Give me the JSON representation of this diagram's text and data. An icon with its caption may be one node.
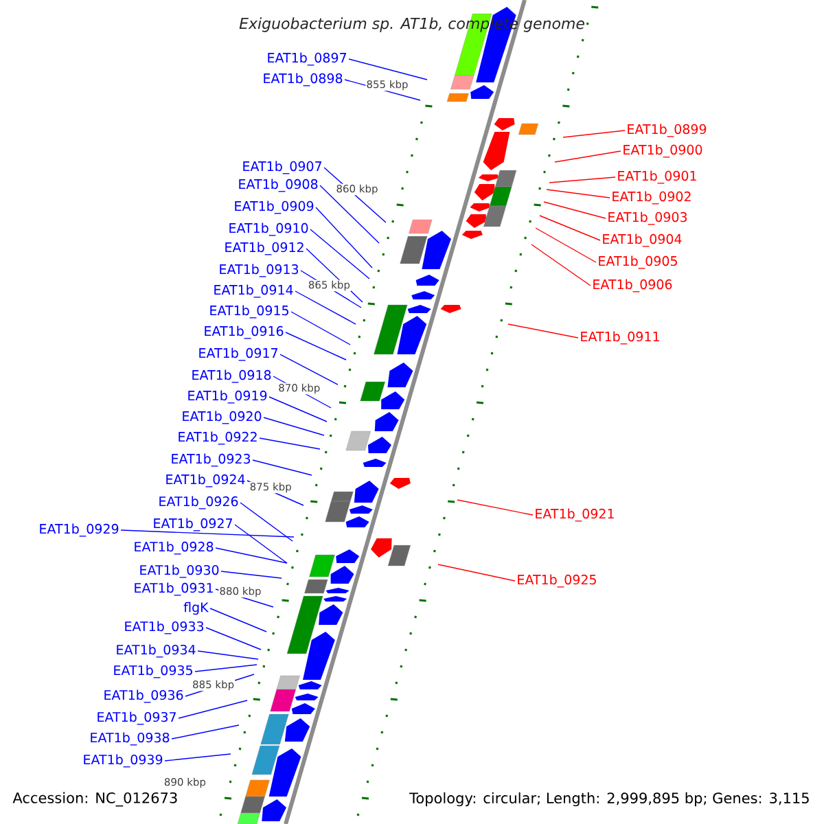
{
  "diagram": {
    "title": "Exiguobacterium sp. AT1b, complete genome",
    "nodes": [
      {
        "text": [
          "EAT1b_0897"
        ]
      },
      {
        "text": [
          "EAT1b_0898"
        ]
      },
      {
        "text": [
          "EAT1b_0907"
        ]
      },
      {
        "text": [
          "EAT1b_0908"
        ]
      },
      {
        "text": [
          "EAT1b_0909"
        ]
      },
      {
        "text": [
          "EAT1b_0910"
        ]
      },
      {
        "text": [
          "EAT1b_0912"
        ]
      },
      {
        "text": [
          "EAT1b_0913"
        ]
      },
      {
        "text": [
          "EAT1b_0914"
        ]
      },
      {
        "text": [
          "EAT1b_0915"
        ]
      },
      {
        "text": [
          "EAT1b_0916"
        ]
      },
      {
        "text": [
          "EAT1b_0917"
        ]
      },
      {
        "text": [
          "EAT1b_0918"
        ]
      },
      {
        "text": [
          "EAT1b_0919"
        ]
      },
      {
        "text": [
          "EAT1b_0920"
        ]
      },
      {
        "text": [
          "EAT1b_0922"
        ]
      },
      {
        "text": [
          "EAT1b_0923"
        ]
      },
      {
        "text": [
          "EAT1b_0924"
        ]
      },
      {
        "text": [
          "EAT1b_0926"
        ]
      },
      {
        "text": [
          "EAT1b_0927"
        ]
      },
      {
        "text": [
          "EAT1b_0929"
        ]
      },
      {
        "text": [
          "EAT1b_0928"
        ]
      },
      {
        "text": [
          "EAT1b_0930"
        ]
      },
      {
        "text": [
          "EAT1b_0931"
        ]
      },
      {
        "text": [
          "flgK"
        ]
      },
      {
        "text": [
          "EAT1b_0933"
        ]
      },
      {
        "text": [
          "EAT1b_0934"
        ]
      },
      {
        "text": [
          "EAT1b_0935"
        ]
      },
      {
        "text": [
          "EAT1b_0936"
        ]
      },
      {
        "text": [
          "EAT1b_0937"
        ]
      },
      {
        "text": [
          "EAT1b_0938"
        ]
      },
      {
        "text": [
          "EAT1b_0939"
        ]
      },
      {
        "text": [
          "EAT1b_0899"
        ]
      },
      {
        "text": [
          "EAT1b_0900"
        ]
      },
      {
        "text": [
          "EAT1b_0901"
        ]
      },
      {
        "text": [
          "EAT1b_0902"
        ]
      },
      {
        "text": [
          "EAT1b_0903"
        ]
      },
      {
        "text": [
          "EAT1b_0904"
        ]
      },
      {
        "text": [
          "EAT1b_0905"
        ]
      },
      {
        "text": [
          "EAT1b_0906"
        ]
      },
      {
        "text": [
          "EAT1b_0911"
        ]
      },
      {
        "text": [
          "EAT1b_0921"
        ]
      },
      {
        "text": [
          "EAT1b_0925"
        ]
      }
    ],
    "edges": [
      {
        "from": 0,
        "to": null,
        "arrow": "none"
      },
      {
        "from": 1,
        "to": null,
        "arrow": "none"
      },
      {
        "from": 2,
        "to": null,
        "arrow": "none"
      },
      {
        "from": 3,
        "to": null,
        "arrow": "none"
      },
      {
        "from": 4,
        "to": null,
        "arrow": "none"
      },
      {
        "from": 5,
        "to": null,
        "arrow": "none"
      },
      {
        "from": 6,
        "to": null,
        "arrow": "none"
      },
      {
        "from": 7,
        "to": null,
        "arrow": "none"
      },
      {
        "from": 8,
        "to": null,
        "arrow": "none"
      },
      {
        "from": 9,
        "to": null,
        "arrow": "none"
      },
      {
        "from": 10,
        "to": null,
        "arrow": "none"
      },
      {
        "from": 11,
        "to": null,
        "arrow": "none"
      },
      {
        "from": 12,
        "to": null,
        "arrow": "none"
      },
      {
        "from": 13,
        "to": null,
        "arrow": "none"
      },
      {
        "from": 14,
        "to": null,
        "arrow": "none"
      },
      {
        "from": 15,
        "to": null,
        "arrow": "none"
      },
      {
        "from": 16,
        "to": null,
        "arrow": "none"
      },
      {
        "from": 17,
        "to": null,
        "arrow": "none"
      },
      {
        "from": 18,
        "to": null,
        "arrow": "none"
      },
      {
        "from": 19,
        "to": null,
        "arrow": "none"
      },
      {
        "from": 20,
        "to": null,
        "arrow": "none"
      },
      {
        "from": 21,
        "to": null,
        "arrow": "none"
      },
      {
        "from": 22,
        "to": null,
        "arrow": "none"
      },
      {
        "from": 23,
        "to": null,
        "arrow": "none"
      },
      {
        "from": 24,
        "to": null,
        "arrow": "none"
      },
      {
        "from": 25,
        "to": null,
        "arrow": "none"
      },
      {
        "from": 26,
        "to": null,
        "arrow": "none"
      },
      {
        "from": 27,
        "to": null,
        "arrow": "none"
      },
      {
        "from": 28,
        "to": null,
        "arrow": "none"
      },
      {
        "from": 29,
        "to": null,
        "arrow": "none"
      },
      {
        "from": 30,
        "to": null,
        "arrow": "none"
      },
      {
        "from": 31,
        "to": null,
        "arrow": "none"
      },
      {
        "from": 32,
        "to": null,
        "arrow": "none",
        "color": "#ff0000"
      },
      {
        "from": 33,
        "to": null,
        "arrow": "none",
        "color": "#ff0000"
      },
      {
        "from": 34,
        "to": null,
        "arrow": "none",
        "color": "#ff0000"
      },
      {
        "from": 35,
        "to": null,
        "arrow": "none",
        "color": "#ff0000"
      },
      {
        "from": 36,
        "to": null,
        "arrow": "none",
        "color": "#ff0000"
      },
      {
        "from": 37,
        "to": null,
        "arrow": "none",
        "color": "#ff0000"
      },
      {
        "from": 38,
        "to": null,
        "arrow": "none",
        "color": "#ff0000"
      },
      {
        "from": 39,
        "to": null,
        "arrow": "none",
        "color": "#ff0000"
      },
      {
        "from": 40,
        "to": null,
        "arrow": "none",
        "color": "#ff0000"
      },
      {
        "from": 41,
        "to": null,
        "arrow": "none",
        "color": "#ff0000"
      },
      {
        "from": 42,
        "to": null,
        "arrow": "none",
        "color": "#ff0000"
      }
    ],
    "labels": [
      "855 kbp",
      "860 kbp",
      "865 kbp",
      "870 kbp",
      "875 kbp",
      "880 kbp",
      "885 kbp",
      "890 kbp",
      "Accession: NC_012673",
      "Topology: circular; Length: 2,999,895 bp; Genes: 3,115"
    ]
  }
}
